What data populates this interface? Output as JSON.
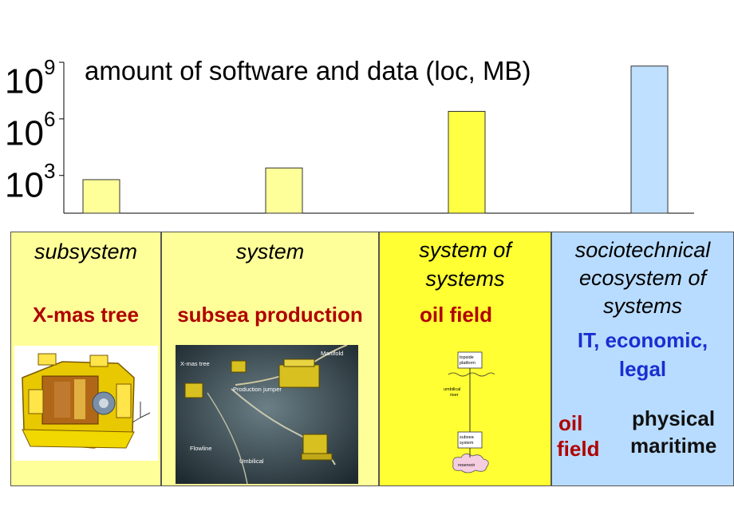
{
  "chart_data": {
    "type": "bar",
    "title": "amount of software and data (loc, MB)",
    "y_scale": "log10",
    "ylim": [
      10,
      1000000000
    ],
    "yticks": [
      {
        "base": "10",
        "exp": "3",
        "value": 1000
      },
      {
        "base": "10",
        "exp": "6",
        "value": 1000000
      },
      {
        "base": "10",
        "exp": "9",
        "value": 1000000000
      }
    ],
    "categories": [
      "subsystem",
      "system",
      "system of systems",
      "sociotechnical ecosystem of systems"
    ],
    "values": [
      600,
      2500,
      2500000,
      630000000
    ],
    "colors": [
      "#ffff99",
      "#ffff99",
      "#ffff44",
      "#bfe0ff"
    ]
  },
  "panels": [
    {
      "scale": "subsystem",
      "example": "X-mas tree",
      "color": "#ffff99"
    },
    {
      "scale": "system",
      "example": "subsea production",
      "color": "#ffff99"
    },
    {
      "scale_line1": "system of",
      "scale_line2": "systems",
      "example": "oil field",
      "color": "#ffff33"
    },
    {
      "scale_line1": "sociotechnical",
      "scale_line2": "ecosystem of",
      "scale_line3": "systems",
      "example_line1": "IT, economic,",
      "example_line2": "legal",
      "sub1_line1": "oil",
      "sub1_line2": "field",
      "sub2_line1": "physical",
      "sub2_line2": "maritime",
      "color": "#b8dcff"
    }
  ],
  "illustrations": {
    "production_labels": {
      "xmas": "X-mas tree",
      "manifold": "Manifold",
      "jumper": "Production jumper",
      "flowline": "Flowline",
      "umbilical": "Umbilical"
    },
    "field_labels": {
      "topside": "topside platform",
      "riser": "umbilical riser",
      "subsea": "subsea system",
      "reservoir": "reservoir"
    }
  },
  "colors": {
    "bar_yellow": "#ffff99",
    "bar_blue": "#bfe0ff",
    "example_red": "#b00000",
    "example_blue": "#1a2ed0"
  }
}
